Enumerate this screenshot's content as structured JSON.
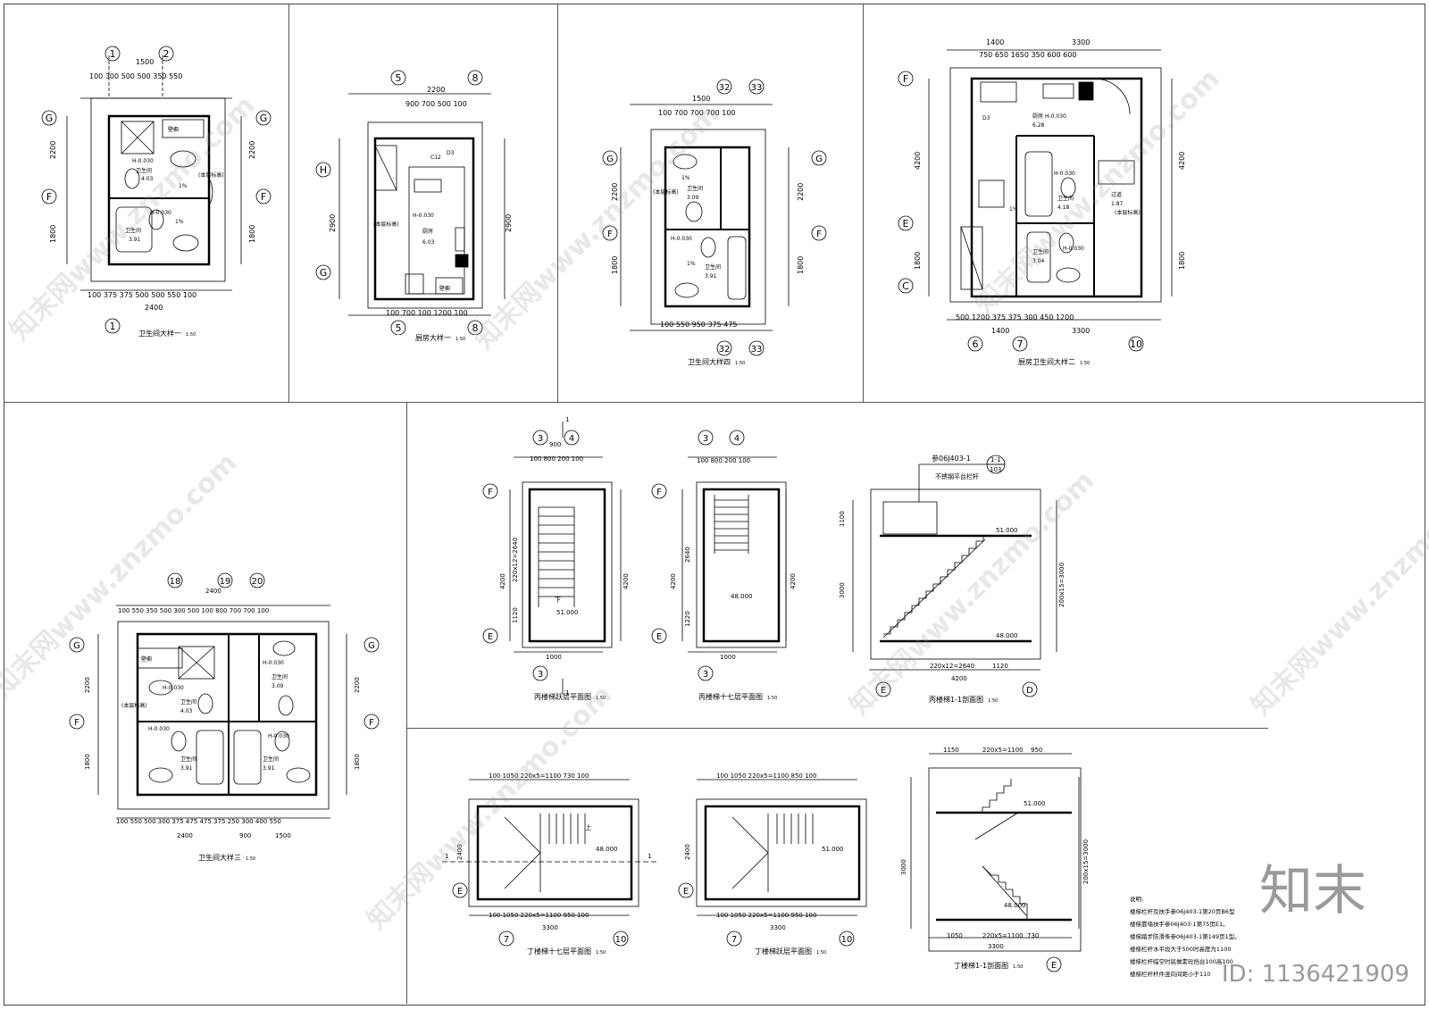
{
  "captions": {
    "bath1": "卫生间大样一",
    "kitchen1": "厨房大样一",
    "bath4": "卫生间大样四",
    "kitbath2": "厨房卫生间大样二",
    "bath3": "卫生间大样三",
    "stairC_jump": "丙楼梯跃层平面图",
    "stairC_17": "丙楼梯十七层平面图",
    "stairC_sec": "丙楼梯1-1剖面图",
    "stairD_17": "丁楼梯十七层平面图",
    "stairD_jump": "丁楼梯跃层平面图",
    "stairD_sec": "丁楼梯1-1剖面图",
    "scale": "1:50"
  },
  "rooms": {
    "bath": "卫生间",
    "kitchen": "厨房",
    "wall_cab": "壁橱",
    "area_403": "4.03",
    "area_391": "3.91",
    "area_603": "6.03",
    "area_309": "3.09",
    "area_418": "4.18",
    "area_304": "3.04",
    "area_628": "6.28",
    "hallway": "过道",
    "area_187": "1.87",
    "level": "H-0.030",
    "slope": "1%",
    "floor_tag": "(本层标高)"
  },
  "axes": {
    "a1": "1",
    "a2": "2",
    "a5": "5",
    "a8": "8",
    "a32": "32",
    "a33": "33",
    "a6": "6",
    "a7": "7",
    "a10": "10",
    "a18": "18",
    "a19": "19",
    "a20": "20",
    "a3": "3",
    "a4": "4",
    "G": "G",
    "F": "F",
    "H": "H",
    "E": "E",
    "C": "C",
    "D": "D"
  },
  "dims": {
    "d1500": "1500",
    "d2400": "2400",
    "d2200": "2200",
    "d1800": "1800",
    "d3300": "3300",
    "d4200": "4200",
    "d2900": "2900",
    "d1400": "1400",
    "d1200": "1200",
    "d900": "900",
    "d1000": "1000",
    "d3000": "3000",
    "d1100": "1100",
    "d1050": "1050",
    "d950": "950",
    "d730": "730",
    "d850": "850",
    "d1150": "1150",
    "d1120": "1120",
    "d1220": "1220",
    "d2640": "2640",
    "d220x12": "220x12=2640",
    "d220x5": "220x5=1100",
    "d200x15": "200x15=3000",
    "d100": "100",
    "d500": "500",
    "d700": "700",
    "d800": "800",
    "row_bath1_top": "100 300 500 500 350 550",
    "row_bath1_bot": "100 375 375 500 500 550 100",
    "row_kit_top": "900  700  500 100",
    "row_kit_bot": "100   700   100   1200   100",
    "row_b4_top": "100  700  700  700  100",
    "row_b4_bot": "100  550  950  375 475",
    "row_kb2_top": "750  650  1650  350  600  600",
    "row_kb2_bot": "500  1200  375 375 300 450  1200",
    "row_b3_top": "100 550 350 500 300 500 100 800 700 700 100",
    "row_b3_bot": "100 550 500 300 375 475 475 375 250 300 400 550",
    "row_st_top": "100  800  200 100",
    "row_d_top": "100  1050  220x5=1100  730  100",
    "row_d_bot": "100  1050  220x5=1100  950  100",
    "row_d2_top": "100  1050  220x5=1100  850  100"
  },
  "levels": {
    "l51": "51.000",
    "l48": "48.000"
  },
  "stair": {
    "ref": "参06J403-1",
    "ref_top": "1-1",
    "ref_bot": "103",
    "rail": "不锈钢平台栏杆",
    "down": "下",
    "up": "上",
    "cut": "1"
  },
  "notes": {
    "title": "说明:",
    "n1": "楼梯栏杆及扶手参06J403-1第20页B6型",
    "n2": "楼梯靠墙扶手参06J403-1第75页E1。",
    "n3": "楼梯踏步防滑条参06J403-1第149页1型。",
    "n4": "楼梯栏杆水平段大于500时高度为1100",
    "n5": "楼梯栏杆临空时底做素砼挡台100高100",
    "n6": "楼梯栏杆杆件竖向间距小于110"
  },
  "brand": {
    "logo": "知末",
    "id": "ID: 1136421909",
    "watermark": "知末网www.znzmo.com"
  }
}
